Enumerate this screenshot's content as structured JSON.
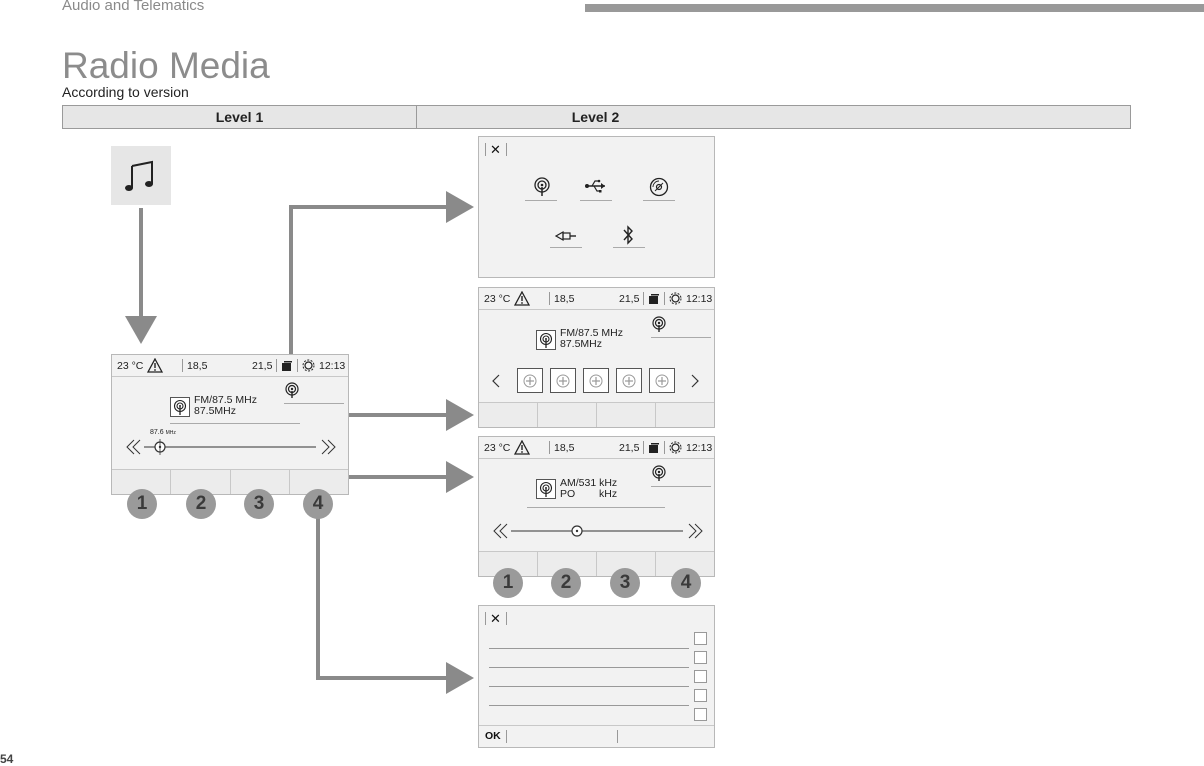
{
  "header": {
    "section_title": "Audio and Telematics",
    "page_title": "Radio Media",
    "subtitle": "According to version",
    "page_number": "54"
  },
  "levels": {
    "level1": "Level 1",
    "level2": "Level 2"
  },
  "status": {
    "temperature": "23 °C",
    "value_left": "18,5",
    "value_right": "21,5",
    "time": "12:13"
  },
  "main_screen": {
    "station_line1": "FM/87.5 MHz",
    "station_line2": "87.5MHz",
    "freq_small": "87.6",
    "freq_unit": "MHz"
  },
  "presets_screen": {
    "station_line1": "FM/87.5 MHz",
    "station_line2": "87.5MHz"
  },
  "am_screen": {
    "station_line1": "AM/531 kHz",
    "station_line2a": "PO",
    "station_line2b": "kHz"
  },
  "list_screen": {
    "ok_label": "OK"
  },
  "callouts": {
    "n1": "1",
    "n2": "2",
    "n3": "3",
    "n4": "4"
  },
  "icons": [
    "music-note-icon",
    "radio-icon",
    "usb-icon",
    "cd-icon",
    "jack-icon",
    "bluetooth-icon",
    "warning-icon",
    "phone-icon",
    "settings-icon",
    "close-icon",
    "plus-icon",
    "chevron-left-icon",
    "chevron-right-icon"
  ],
  "colors": {
    "arrow": "#8a8a8a",
    "screen_bg": "#f2f2f2",
    "callout": "#9a9a9a"
  }
}
